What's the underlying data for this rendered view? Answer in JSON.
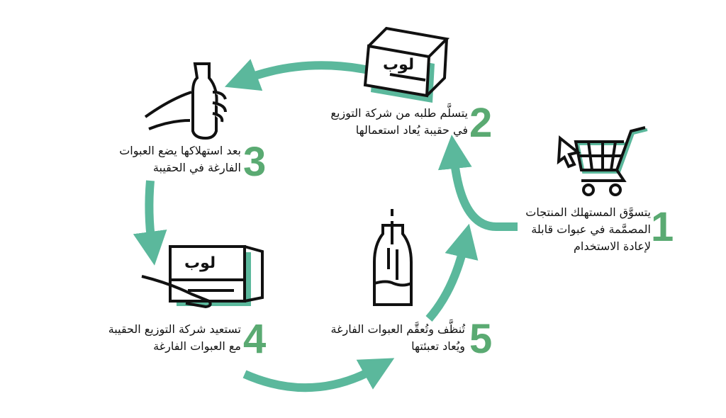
{
  "colors": {
    "arrow": "#5bb89c",
    "number": "#5aaa72",
    "shadow": "#5bb89c"
  },
  "brand_label": "لوب",
  "steps": [
    {
      "number": "1",
      "lines": [
        "يتسوَّق المستهلك المنتجات",
        "المصمَّمة في عبوات قابلة",
        "لإعادة الاستخدام"
      ],
      "icon": "shopping-cart-icon"
    },
    {
      "number": "2",
      "lines": [
        "يتسلَّم طلبه من شركة التوزيع",
        "في حقيبة يُعاد استعمالها"
      ],
      "icon": "box-icon"
    },
    {
      "number": "3",
      "lines": [
        "بعد استهلاكها يضع العبوات",
        "الفارغة في الحقيبة"
      ],
      "icon": "hand-bottle-icon"
    },
    {
      "number": "4",
      "lines": [
        "تستعيد شركة التوزيع الحقيبة",
        "مع العبوات الفارغة"
      ],
      "icon": "hand-box-icon"
    },
    {
      "number": "5",
      "lines": [
        "تُنظَّف وتُعقَّم العبوات الفارغة",
        "ويُعاد تعبئتها"
      ],
      "icon": "bottle-refill-icon"
    }
  ]
}
